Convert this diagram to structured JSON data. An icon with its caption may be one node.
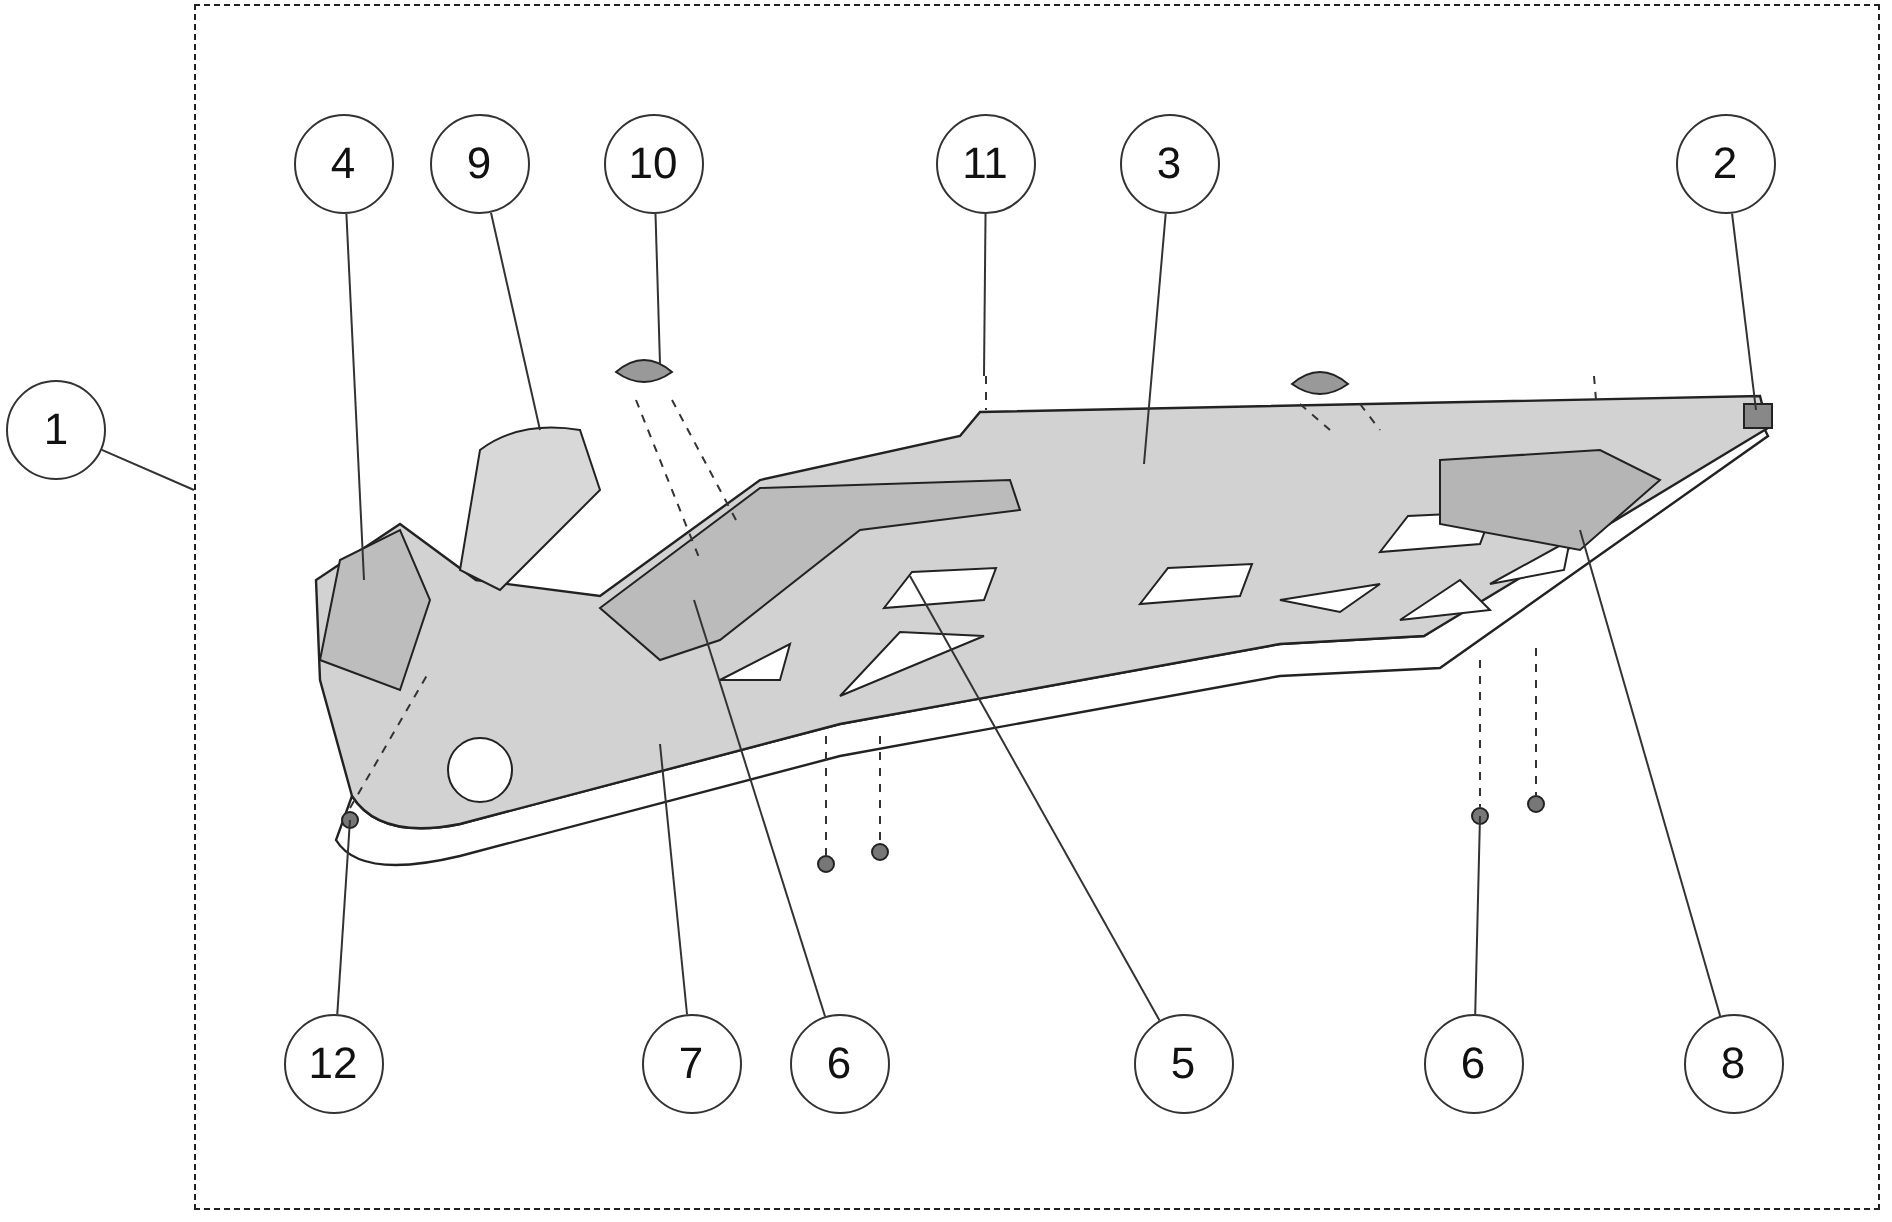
{
  "diagram": {
    "nodes": [
      {
        "text": [
          "1"
        ]
      },
      {
        "text": [],
        "shape": "box"
      },
      {
        "text": [
          "4"
        ],
        "in": 1
      },
      {
        "text": [
          "9"
        ],
        "in": 1
      },
      {
        "text": [
          "10"
        ],
        "in": 1
      },
      {
        "text": [
          "11"
        ],
        "in": 1
      },
      {
        "text": [
          "3"
        ],
        "in": 1
      },
      {
        "text": [
          "2"
        ],
        "in": 1
      },
      {
        "text": [
          "12"
        ],
        "in": 1
      },
      {
        "text": [
          "7"
        ],
        "in": 1
      },
      {
        "text": [
          "6"
        ],
        "in": 1
      },
      {
        "text": [
          "5"
        ],
        "in": 1
      },
      {
        "text": [
          "6"
        ],
        "in": 1
      },
      {
        "text": [
          "8"
        ],
        "in": 1
      }
    ],
    "edges": [
      {
        "from": 0,
        "to": 1,
        "arrow": "none"
      },
      {
        "from": 2,
        "to": null,
        "arrow": "none"
      },
      {
        "from": 3,
        "to": null,
        "arrow": "none"
      },
      {
        "from": 4,
        "to": null,
        "arrow": "none"
      },
      {
        "from": 5,
        "to": null,
        "arrow": "none"
      },
      {
        "from": 6,
        "to": null,
        "arrow": "none"
      },
      {
        "from": 7,
        "to": null,
        "arrow": "none"
      },
      {
        "from": 8,
        "to": null,
        "arrow": "none"
      },
      {
        "from": 9,
        "to": null,
        "arrow": "none"
      },
      {
        "from": 10,
        "to": null,
        "arrow": "none"
      },
      {
        "from": 11,
        "to": null,
        "arrow": "none"
      },
      {
        "from": 12,
        "to": null,
        "arrow": "none"
      },
      {
        "from": 13,
        "to": null,
        "arrow": "none"
      }
    ]
  }
}
